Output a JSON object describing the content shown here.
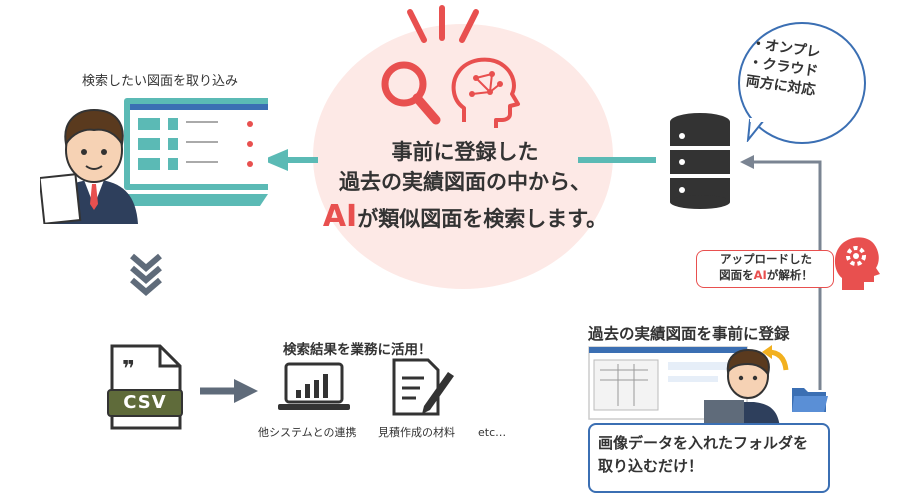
{
  "center": {
    "line1": "事前に登録した",
    "line2": "過去の実績図面の中から、",
    "ai": "AI",
    "line3_rest": "が類似図面を検索します。"
  },
  "search_label": "検索したい図面を取り込み",
  "bubble": {
    "line1": "・オンプレ",
    "line2": "・クラウド",
    "line3": "両方に対応"
  },
  "callout": {
    "line1": "アップロードした",
    "line2_pre": "図面を",
    "line2_ai": "AI",
    "line2_post": "が解析！"
  },
  "register_title": "過去の実績図面を事前に登録",
  "info_box": {
    "line1": "画像データを入れたフォルダを",
    "line2": "取り込むだけ！"
  },
  "usage": {
    "title": "検索結果を業務に活用！",
    "item1": "他システムとの連携",
    "item2": "見積作成の材料",
    "item3": "etc…"
  },
  "csv_label": "CSV",
  "colors": {
    "teal": "#5bbab5",
    "coral": "#e8504f",
    "blue": "#3b6fb3",
    "pink_bg": "#fde9e6",
    "dark": "#333333"
  }
}
